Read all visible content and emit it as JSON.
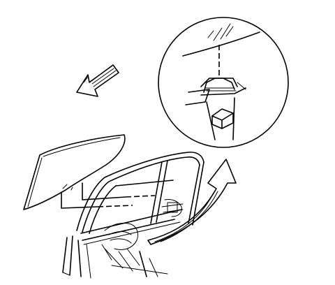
{
  "figure": {
    "background": "#ffffff",
    "stroke_color": "#000000",
    "parts": [
      "direction-arrow-icon",
      "window-glass",
      "door-frame",
      "window-regulator",
      "detail-circle",
      "curved-arrow-icon"
    ]
  }
}
